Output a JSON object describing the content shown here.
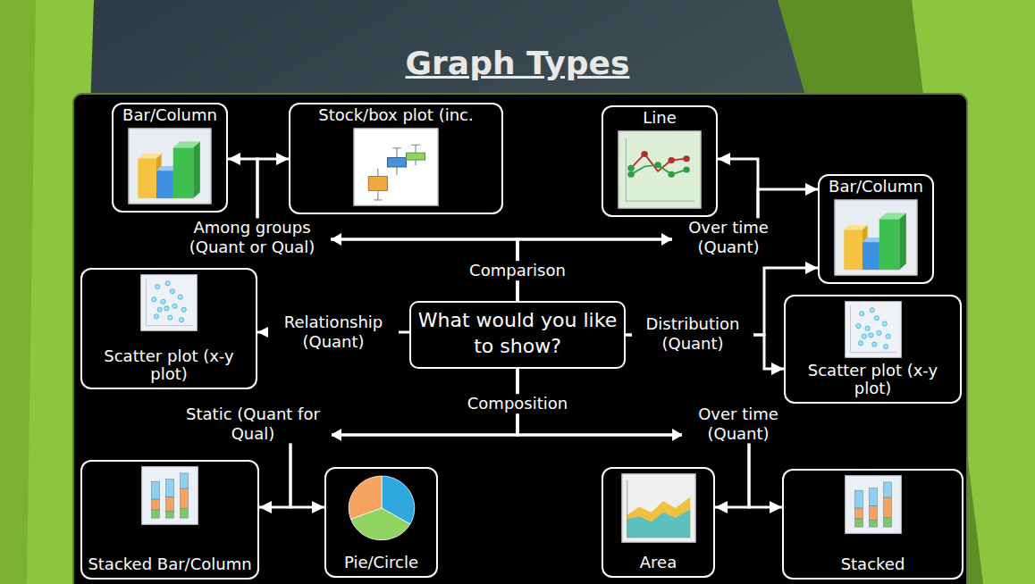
{
  "diagram": {
    "title": "Graph Types",
    "nodes": [
      {
        "text": [
          "Bar/Column"
        ]
      },
      {
        "text": [
          "Stock/box plot (inc."
        ]
      },
      {
        "text": [
          "Line"
        ]
      },
      {
        "text": [
          "Bar/Column"
        ]
      },
      {
        "text": [
          "Scatter plot (x-y plot)"
        ]
      },
      {
        "text": [
          "What would you like to show?"
        ]
      },
      {
        "text": [
          "Scatter plot (x-y plot)"
        ]
      },
      {
        "text": [
          "Stacked Bar/Column"
        ]
      },
      {
        "text": [
          "Pie/Circle"
        ]
      },
      {
        "text": [
          "Area"
        ]
      },
      {
        "text": [
          "Stacked"
        ]
      }
    ],
    "edges": [
      {
        "from": 5,
        "to": 0,
        "arrow": "to"
      },
      {
        "from": 5,
        "to": 1,
        "arrow": "to"
      },
      {
        "from": 5,
        "to": 2,
        "arrow": "to"
      },
      {
        "from": 5,
        "to": 3,
        "arrow": "to"
      },
      {
        "from": 5,
        "to": 4,
        "label": "Relationship (Quant)",
        "arrow": "to"
      },
      {
        "from": 5,
        "to": 3,
        "arrow": "to"
      },
      {
        "from": 5,
        "to": 6,
        "arrow": "to"
      },
      {
        "from": 5,
        "to": 7,
        "arrow": "to"
      },
      {
        "from": 5,
        "to": 8,
        "arrow": "to"
      },
      {
        "from": 5,
        "to": 9,
        "arrow": "to"
      },
      {
        "from": 5,
        "to": 10,
        "arrow": "to"
      }
    ],
    "labels": [
      "Among groups (Quant or Qual)",
      "Over time (Quant)",
      "Comparison",
      "Distribution (Quant)",
      "Composition",
      "Static (Quant for Qual)",
      "Over time (Quant)"
    ]
  }
}
